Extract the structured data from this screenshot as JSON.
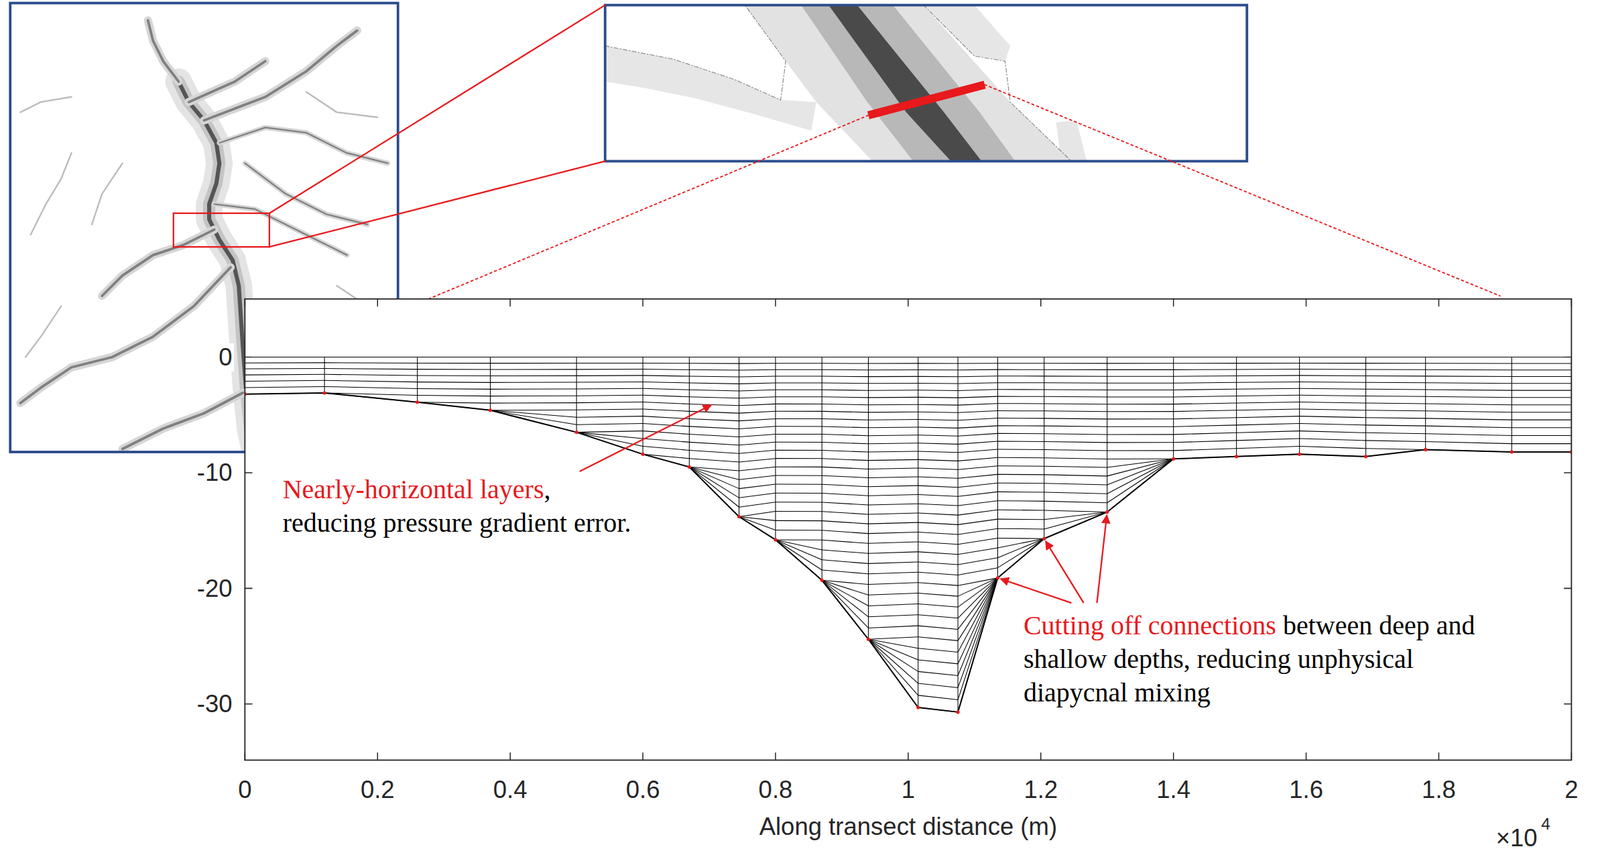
{
  "diagram": {
    "labels": [
      "Nearly-horizontal layers",
      ", reducing pressure gradient error.",
      "Cutting off connections",
      "between deep and shallow depths, reducing unphysical diapycnal mixing",
      "0",
      "-10",
      "-20",
      "-30",
      "0",
      "0.2",
      "0.4",
      "0.6",
      "0.8",
      "1",
      "1.2",
      "1.4",
      "1.6",
      "1.8",
      "2",
      "Along transect distance (m)",
      "×10",
      "4"
    ]
  }
}
